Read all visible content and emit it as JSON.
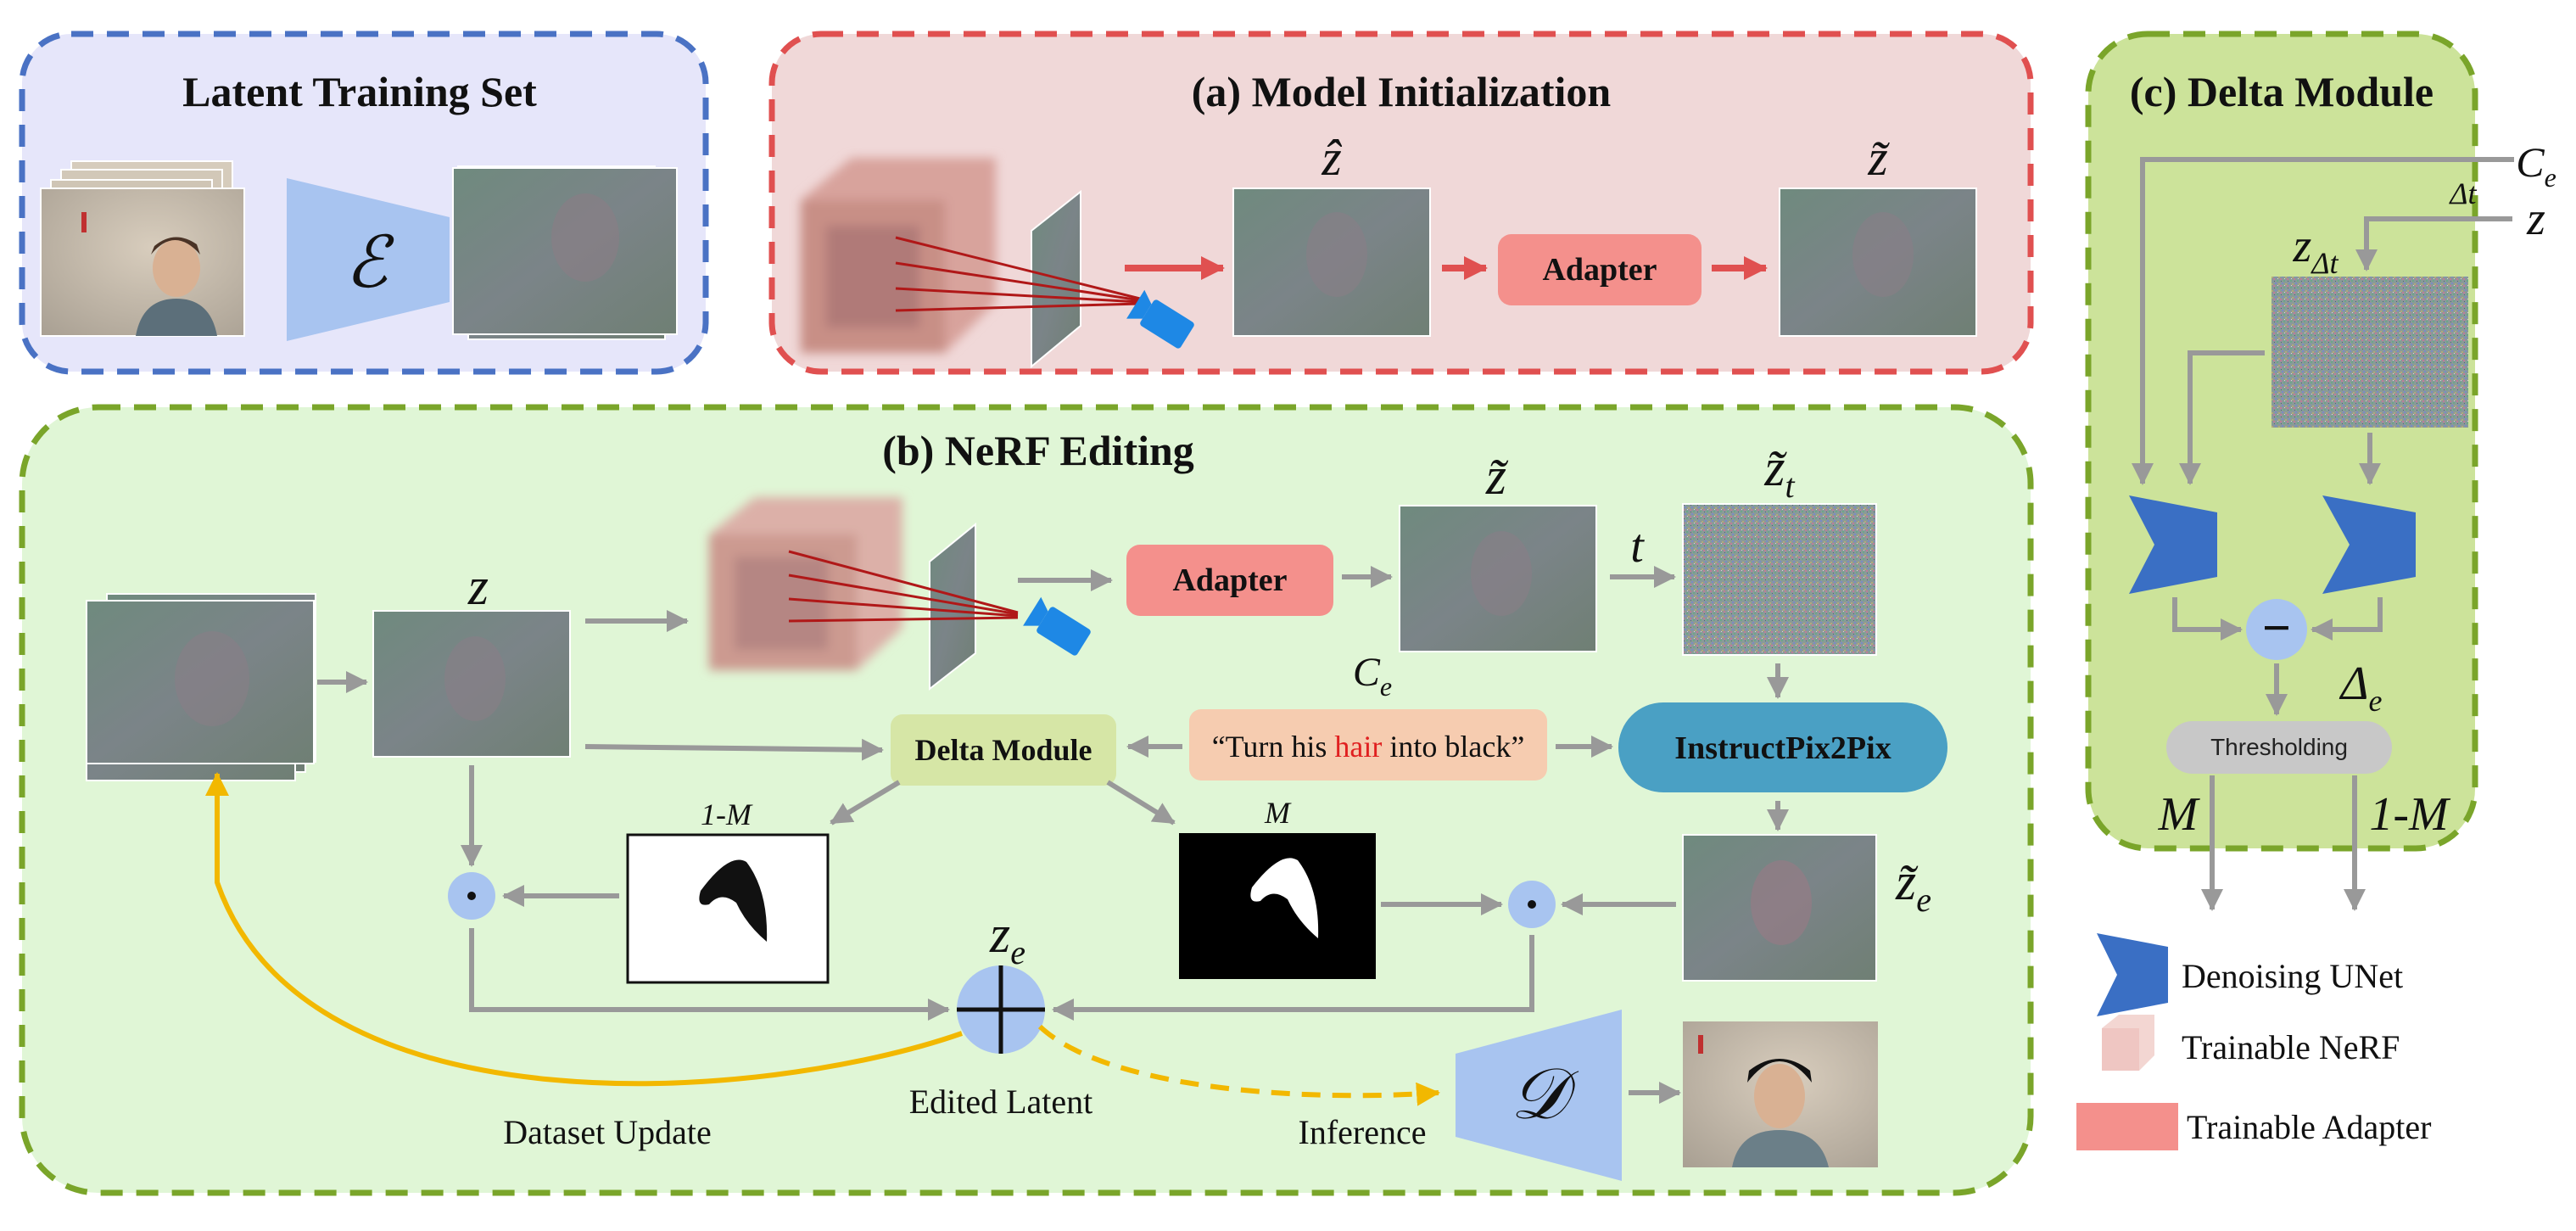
{
  "panels": {
    "latent_training_set": {
      "title": "Latent Training Set",
      "encoder_symbol": "ℰ"
    },
    "model_init": {
      "title": "(a) Model Initialization",
      "z_hat": "ẑ",
      "z_tilde": "z̃",
      "adapter": "Adapter"
    },
    "nerf_editing": {
      "title": "(b) NeRF Editing",
      "z": "z",
      "z_tilde": "z̃",
      "z_tilde_t": "z̃",
      "z_tilde_t_sub": "t",
      "t": "t",
      "adapter": "Adapter",
      "c_e": "C",
      "c_e_sub": "e",
      "prompt_prefix": "“Turn his ",
      "prompt_highlight": "hair",
      "prompt_suffix": " into black”",
      "instruct_pix2pix": "InstructPix2Pix",
      "delta_module": "Delta Module",
      "one_minus_m": "1-M",
      "m": "M",
      "z_tilde_e": "z̃",
      "z_tilde_e_sub": "e",
      "z_e": "z",
      "z_e_sub": "e",
      "edited_latent": "Edited Latent",
      "dataset_update": "Dataset Update",
      "inference": "Inference",
      "decoder_symbol": "𝒟"
    },
    "delta_module": {
      "title": "(c) Delta Module",
      "c_e": "C",
      "c_e_sub": "e",
      "delta_t": "Δt",
      "z": "z",
      "z_delta_t": "z",
      "z_delta_t_sub": "Δt",
      "minus": "−",
      "delta_e": "Δ",
      "delta_e_sub": "e",
      "thresholding": "Thresholding",
      "m": "M",
      "one_minus_m": "1-M"
    }
  },
  "legend": [
    {
      "label": "Denoising UNet",
      "icon": "unet-icon"
    },
    {
      "label": "Trainable NeRF",
      "icon": "nerf-cube-icon"
    },
    {
      "label": "Trainable Adapter",
      "icon": "adapter-swatch-icon"
    }
  ],
  "colors": {
    "latent_panel_bg": "#e6e6fa",
    "latent_panel_border": "#4a72c4",
    "init_panel_bg": "#f0d8d8",
    "init_panel_border": "#e05050",
    "edit_panel_bg": "#e0f6d6",
    "edit_panel_border": "#7aa52a",
    "delta_panel_bg": "#cce39a",
    "delta_panel_border": "#7aa52a",
    "adapter": "#f4908c",
    "delta_module_box": "#d6e6a6",
    "instruct_pix2pix": "#4aa0c4",
    "prompt_box": "#f6ccb0",
    "unet": "#3a6fc4",
    "dot_circle": "#a8c4f0",
    "arrow_gray": "#999999",
    "arrow_red": "#e05050",
    "arrow_yellow": "#f2b800",
    "hair_text": "#e02020"
  }
}
